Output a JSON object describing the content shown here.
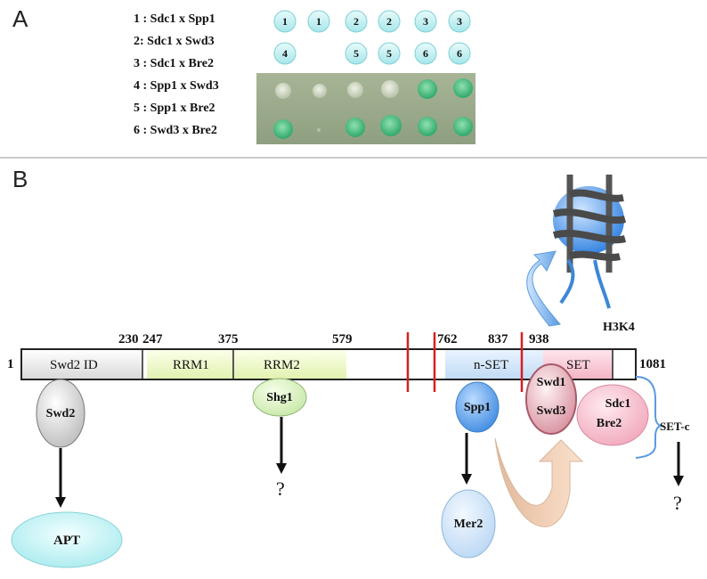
{
  "panel_a": {
    "letter": "A",
    "legend": [
      "1 : Sdc1 x Spp1",
      "2: Sdc1 x Swd3",
      "3 : Sdc1 x Bre2",
      "4 : Spp1 x Swd3",
      "5 : Spp1 x Bre2",
      "6 : Swd3 x Bre2"
    ],
    "row1_labels": [
      "1",
      "1",
      "2",
      "2",
      "3",
      "3"
    ],
    "row2_labels": [
      "4",
      "5",
      "5",
      "6",
      "6"
    ]
  },
  "panel_b": {
    "letter": "B",
    "positions": {
      "p1": "1",
      "p230": "230",
      "p247": "247",
      "p375": "375",
      "p579": "579",
      "p762": "762",
      "p837": "837",
      "p938": "938",
      "p1081": "1081"
    },
    "domains": {
      "swd2_id": "Swd2 ID",
      "rrm1": "RRM1",
      "rrm2": "RRM2",
      "nset": "n-SET",
      "set": "SET"
    },
    "partners": {
      "swd2": "Swd2",
      "apt": "APT",
      "shg1": "Shg1",
      "spp1": "Spp1",
      "mer2": "Mer2",
      "swd1": "Swd1",
      "swd3": "Swd3",
      "sdc1": "Sdc1",
      "bre2": "Bre2",
      "set_c": "SET-c",
      "h3k4": "H3K4",
      "question_mark": "?"
    },
    "colors": {
      "swd2_id": "#e6e6e6",
      "rrm": "#eef7c8",
      "nset": "#cfe3f7",
      "set": "#f6c7d2",
      "red_line": "#d62020",
      "blue": "#5b9be0"
    }
  }
}
